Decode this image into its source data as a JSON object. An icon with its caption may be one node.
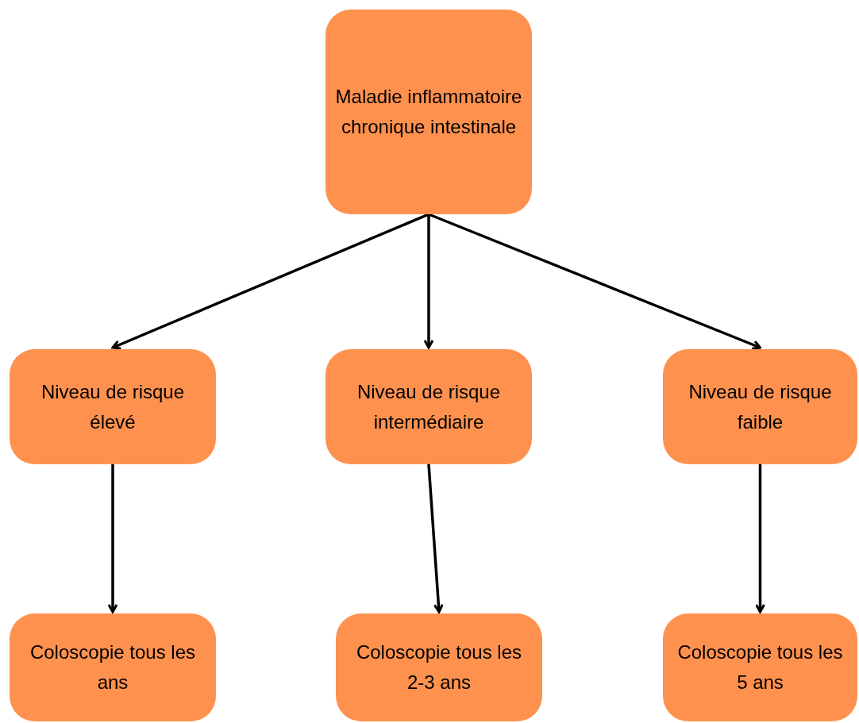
{
  "diagram": {
    "nodes": [
      {
        "text": [
          "Maladie inflammatoire chronique intestinale"
        ]
      },
      {
        "text": [
          "Niveau de risque élevé"
        ]
      },
      {
        "text": [
          "Niveau de risque intermédiaire"
        ]
      },
      {
        "text": [
          "Niveau de risque faible"
        ]
      },
      {
        "text": [
          "Coloscopie tous les ans"
        ]
      },
      {
        "text": [
          "Coloscopie tous les 2-3 ans"
        ]
      },
      {
        "text": [
          "Coloscopie tous les 5 ans"
        ]
      }
    ],
    "edges": [
      {
        "from": 0,
        "to": 1,
        "arrow": "to"
      },
      {
        "from": 0,
        "to": 2,
        "arrow": "to"
      },
      {
        "from": 0,
        "to": 3,
        "arrow": "to"
      },
      {
        "from": 1,
        "to": 4,
        "arrow": "to"
      },
      {
        "from": 2,
        "to": 5,
        "arrow": "to"
      },
      {
        "from": 3,
        "to": 6,
        "arrow": "to"
      }
    ]
  }
}
